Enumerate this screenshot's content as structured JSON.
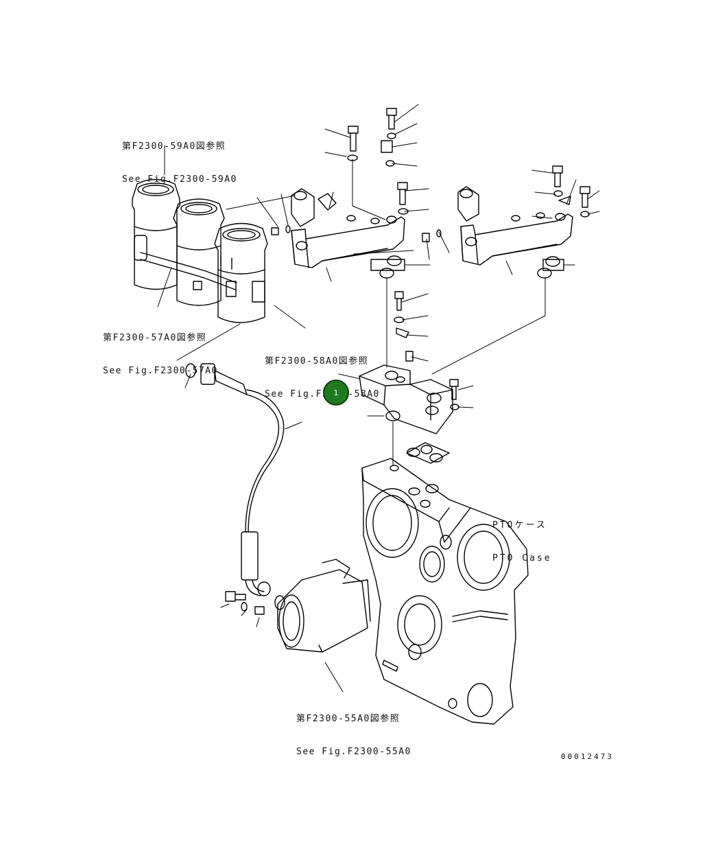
{
  "refs": {
    "fig59": {
      "jp": "第F2300-59A0図参照",
      "en": "See Fig.F2300-59A0"
    },
    "fig57": {
      "jp": "第F2300-57A0図参照",
      "en": "See Fig.F2300-57A0"
    },
    "fig58": {
      "jp": "第F2300-58A0図参照",
      "en": "See Fig.F2300-58A0"
    },
    "fig55": {
      "jp": "第F2300-55A0図参照",
      "en": "See Fig.F2300-55A0"
    }
  },
  "pto": {
    "jp": "PTOケース",
    "en": "PTO Case"
  },
  "callout": {
    "number": "1",
    "color": "#1f7a1f"
  },
  "figure_number": "00012473"
}
